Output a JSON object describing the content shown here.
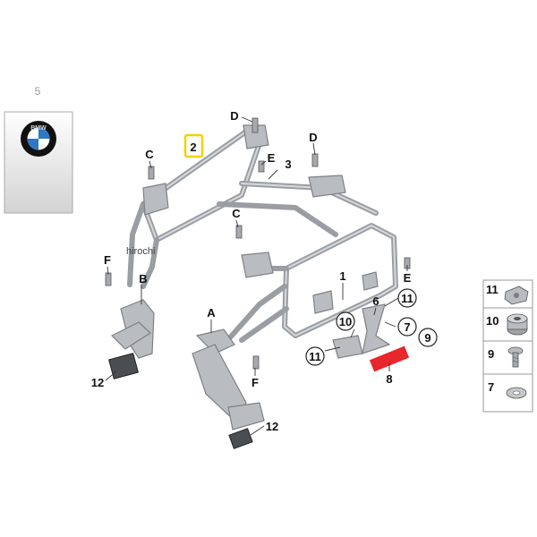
{
  "refbox": {
    "number": "5",
    "logo_letters": "BMW",
    "logo_colors": {
      "blue": "#2b78c5",
      "white": "#ffffff",
      "ring": "#111111",
      "letters": "#cfd3d6"
    }
  },
  "callouts": {
    "frame_left": "2",
    "frame_right": "3",
    "frame_lower": "1",
    "bolt_d_top": "D",
    "bolt_d_right": "D",
    "bolt_c_left": "C",
    "bolt_c_mid": "C",
    "bolt_e_top": "E",
    "bolt_e_right": "E",
    "bolt_f_left": "F",
    "bolt_f_mid": "F",
    "bracket_b": "B",
    "bracket_a": "A",
    "footrest_left": "12",
    "footrest_right": "12",
    "bracket_6": "6",
    "strip_8": "8",
    "nut_7": "7",
    "nut_9": "9",
    "ring_10": "10",
    "ring_11_a": "11",
    "ring_11_b": "11"
  },
  "highlight": {
    "label": "2",
    "color": "#f2d200"
  },
  "strip_color": "#e8262b",
  "watermark": "hirochi",
  "legend": [
    {
      "number": "11",
      "icon": "clip-nut-icon"
    },
    {
      "number": "10",
      "icon": "hex-nut-icon"
    },
    {
      "number": "9",
      "icon": "screw-icon"
    },
    {
      "number": "7",
      "icon": "washer-icon"
    }
  ]
}
